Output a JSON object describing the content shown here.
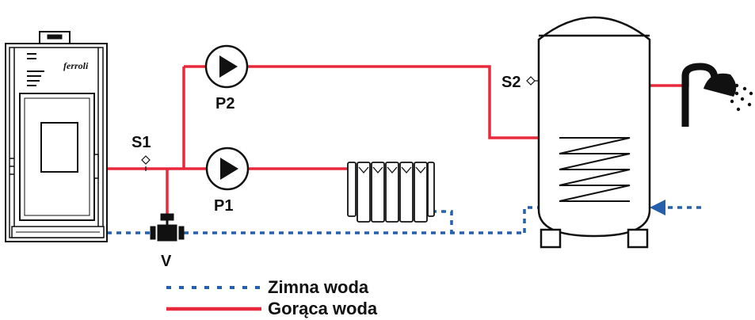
{
  "labels": {
    "s1": "S1",
    "s2": "S2",
    "p1": "P1",
    "p2": "P2",
    "v": "V"
  },
  "boiler": {
    "brand_logo": "ferroli"
  },
  "legend": {
    "cold_label": "Zimna woda",
    "hot_label": "Gorąca woda"
  },
  "colors": {
    "hot": "#e8283c",
    "cold": "#2660ad",
    "outline": "#111111"
  },
  "icons": [
    "boiler-icon",
    "pump-icon",
    "valve-icon",
    "sensor-icon",
    "radiator-icon",
    "tank-icon",
    "shower-icon",
    "arrow-icon"
  ]
}
